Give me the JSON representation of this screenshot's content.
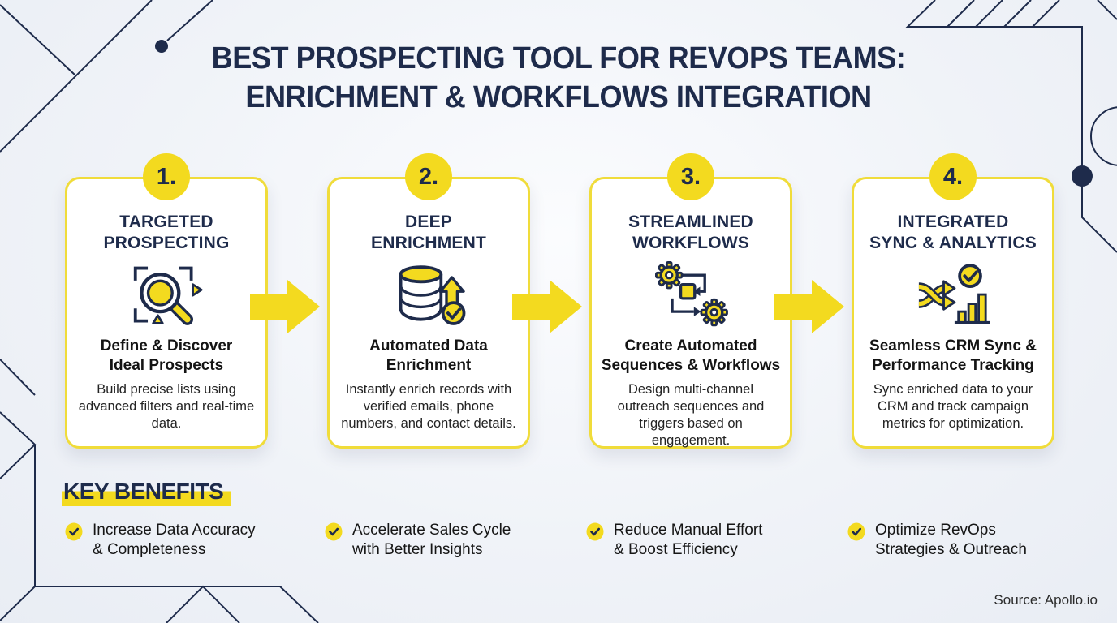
{
  "page": {
    "title_line1": "BEST PROSPECTING TOOL FOR REVOPS TEAMS:",
    "title_line2": "ENRICHMENT & WORKFLOWS INTEGRATION",
    "source": "Source: Apollo.io"
  },
  "steps": [
    {
      "number": "1.",
      "title_line1": "TARGETED",
      "title_line2": "PROSPECTING",
      "icon": "target-magnifier-icon",
      "subtitle_line1": "Define & Discover",
      "subtitle_line2": "Ideal Prospects",
      "description": "Build precise lists using advanced filters and real-time data."
    },
    {
      "number": "2.",
      "title_line1": "DEEP",
      "title_line2": "ENRICHMENT",
      "icon": "database-enrichment-icon",
      "subtitle_line1": "Automated Data",
      "subtitle_line2": "Enrichment",
      "description": "Instantly enrich records with verified emails, phone numbers, and contact details."
    },
    {
      "number": "3.",
      "title_line1": "STREAMLINED",
      "title_line2": "WORKFLOWS",
      "icon": "workflow-gears-icon",
      "subtitle_line1": "Create Automated",
      "subtitle_line2": "Sequences & Workflows",
      "description": "Design multi-channel outreach sequences and triggers based on engagement."
    },
    {
      "number": "4.",
      "title_line1": "INTEGRATED",
      "title_line2": "SYNC & ANALYTICS",
      "icon": "sync-analytics-icon",
      "subtitle_line1": "Seamless CRM Sync &",
      "subtitle_line2": "Performance Tracking",
      "description": "Sync enriched data to your CRM and track campaign metrics for optimization."
    }
  ],
  "benefits": {
    "heading": "KEY BENEFITS",
    "items": [
      {
        "line1": "Increase Data Accuracy",
        "line2": "& Completeness"
      },
      {
        "line1": "Accelerate Sales Cycle",
        "line2": "with Better Insights"
      },
      {
        "line1": "Reduce Manual Effort",
        "line2": "& Boost Efficiency"
      },
      {
        "line1": "Optimize RevOps",
        "line2": "Strategies & Outreach"
      }
    ]
  },
  "colors": {
    "yellow": "#F3DA1F",
    "navy": "#1E2B4B",
    "background": "#EEF1F7",
    "card_background": "#FFFFFF",
    "text": "#1B1B1B"
  }
}
